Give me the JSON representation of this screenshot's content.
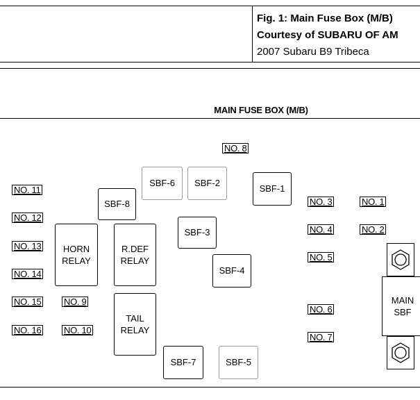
{
  "caption": {
    "title": "Fig. 1: Main Fuse Box (M/B)",
    "courtesy": "Courtesy of SUBARU OF AM",
    "model": "2007 Subaru B9 Tribeca"
  },
  "diagram": {
    "title": "MAIN FUSE BOX (M/B)",
    "sbf": [
      "SBF-6",
      "SBF-2",
      "SBF-1",
      "SBF-8",
      "SBF-3",
      "SBF-4",
      "SBF-7",
      "SBF-5"
    ],
    "relays": [
      "HORN\nRELAY",
      "R.DEF\nRELAY",
      "TAIL\nRELAY"
    ],
    "main_sbf": "MAIN\nSBF",
    "fuses": [
      "NO. 8",
      "NO. 11",
      "NO. 12",
      "NO. 13",
      "NO. 14",
      "NO. 15",
      "NO. 9",
      "NO. 16",
      "NO. 10",
      "NO. 3",
      "NO. 1",
      "NO. 4",
      "NO. 2",
      "NO. 5",
      "NO. 6",
      "NO. 7"
    ]
  }
}
